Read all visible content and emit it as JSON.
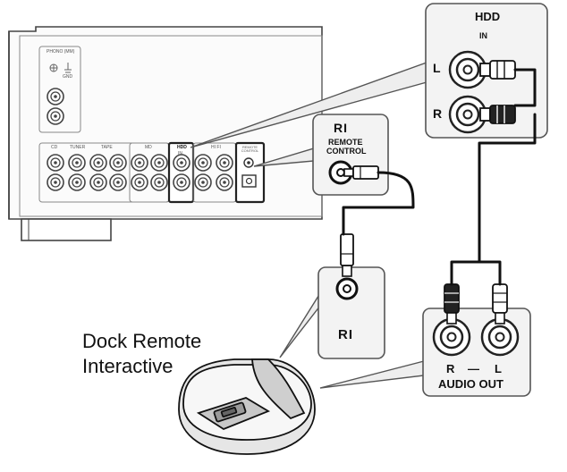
{
  "callouts": {
    "hdd_title": "HDD",
    "hdd_in": "IN",
    "left": "L",
    "right": "R",
    "ri_logo": "RI",
    "remote_line1": "REMOTE",
    "remote_line2": "CONTROL",
    "dock_ri_logo": "RI",
    "audio_r": "R",
    "audio_dash": "—",
    "audio_l": "L",
    "audio_out": "AUDIO OUT"
  },
  "dock": {
    "line1": "Dock Remote",
    "line2": "Interactive"
  },
  "receiver_panel": {
    "phono": "PHONO (MM)",
    "gnd": "GND",
    "cd": "CD",
    "tuner": "TUNER",
    "tape": "TAPE",
    "md": "MD",
    "hdd": "HDD",
    "in": "IN",
    "hifi": "HI FI",
    "remote_control": "REMOTE CONTROL"
  },
  "colors": {
    "line": "#555555",
    "panel": "#f3f3f3",
    "cable": "#111111"
  }
}
